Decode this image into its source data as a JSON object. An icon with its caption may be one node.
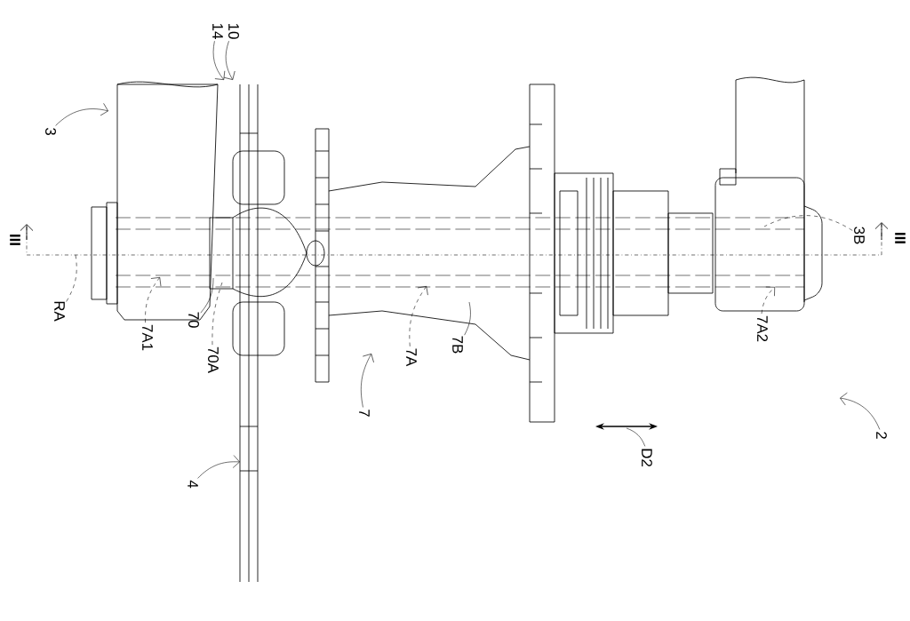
{
  "diagram": {
    "nodes": [
      {
        "text": [
          "14"
        ]
      },
      {
        "text": [
          "10"
        ]
      },
      {
        "text": [
          "3"
        ]
      },
      {
        "text": [
          "RA"
        ]
      },
      {
        "text": [
          "7A1"
        ]
      },
      {
        "text": [
          "70"
        ]
      },
      {
        "text": [
          "70A"
        ]
      },
      {
        "text": [
          "7"
        ]
      },
      {
        "text": [
          "7A"
        ]
      },
      {
        "text": [
          "7B"
        ]
      },
      {
        "text": [
          "4"
        ]
      },
      {
        "text": [
          "3B"
        ]
      },
      {
        "text": [
          "7A2"
        ]
      },
      {
        "text": [
          "D2"
        ]
      },
      {
        "text": [
          "2"
        ]
      }
    ],
    "edges": [
      {
        "from": 0,
        "to": null,
        "arrow": "to"
      },
      {
        "from": 1,
        "to": null,
        "arrow": "to"
      },
      {
        "from": 2,
        "to": null,
        "arrow": "to"
      },
      {
        "from": 3,
        "to": null,
        "arrow": "none",
        "style": "dashed"
      },
      {
        "from": 4,
        "to": null,
        "arrow": "to",
        "style": "dashed"
      },
      {
        "from": 5,
        "to": null,
        "arrow": "none"
      },
      {
        "from": 6,
        "to": null,
        "arrow": "none",
        "style": "dashed"
      },
      {
        "from": 7,
        "to": null,
        "arrow": "to"
      },
      {
        "from": 8,
        "to": null,
        "arrow": "to",
        "style": "dashed"
      },
      {
        "from": 9,
        "to": null,
        "arrow": "none"
      },
      {
        "from": 10,
        "to": null,
        "arrow": "to"
      },
      {
        "from": 11,
        "to": null,
        "arrow": "none",
        "style": "dashed"
      },
      {
        "from": 12,
        "to": null,
        "arrow": "to",
        "style": "dashed"
      },
      {
        "from": 13,
        "to": null,
        "arrow": "none"
      },
      {
        "from": 14,
        "to": null,
        "arrow": "to"
      }
    ],
    "labels": [
      "III",
      "III"
    ]
  }
}
